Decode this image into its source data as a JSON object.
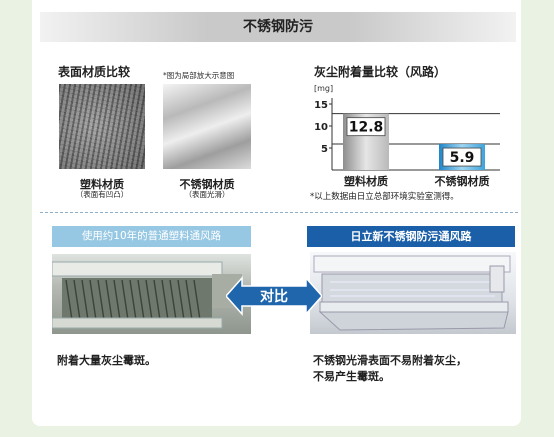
{
  "header": {
    "title": "不锈钢防污"
  },
  "surface": {
    "title": "表面材质比较",
    "note": "*图为局部放大示意图",
    "plastic": {
      "label": "塑料材质",
      "sub": "（表面有凹凸）"
    },
    "steel": {
      "label": "不锈钢材质",
      "sub": "（表面光滑）"
    }
  },
  "chart_data": {
    "type": "bar",
    "title": "灰尘附着量比较（风路）",
    "ylabel": "[mg]",
    "ylim": [
      0,
      15
    ],
    "yticks": [
      "15",
      "10",
      "5"
    ],
    "categories": [
      "塑料材质",
      "不锈钢材质"
    ],
    "values": [
      12.8,
      5.9
    ],
    "value_labels": [
      "12.8",
      "5.9"
    ],
    "colors": [
      "#b9b9b9",
      "#3fa3dc"
    ],
    "footnote": "*以上数据由日立总部环境实验室测得。"
  },
  "compare": {
    "left_title": "使用约10年的普通塑料通风路",
    "right_title": "日立新不锈钢防污通风路",
    "vs_label": "对比",
    "left_desc": "附着大量灰尘霉斑。",
    "right_desc_line1": "不锈钢光滑表面不易附着灰尘，",
    "right_desc_line2": "不易产生霉斑。"
  }
}
